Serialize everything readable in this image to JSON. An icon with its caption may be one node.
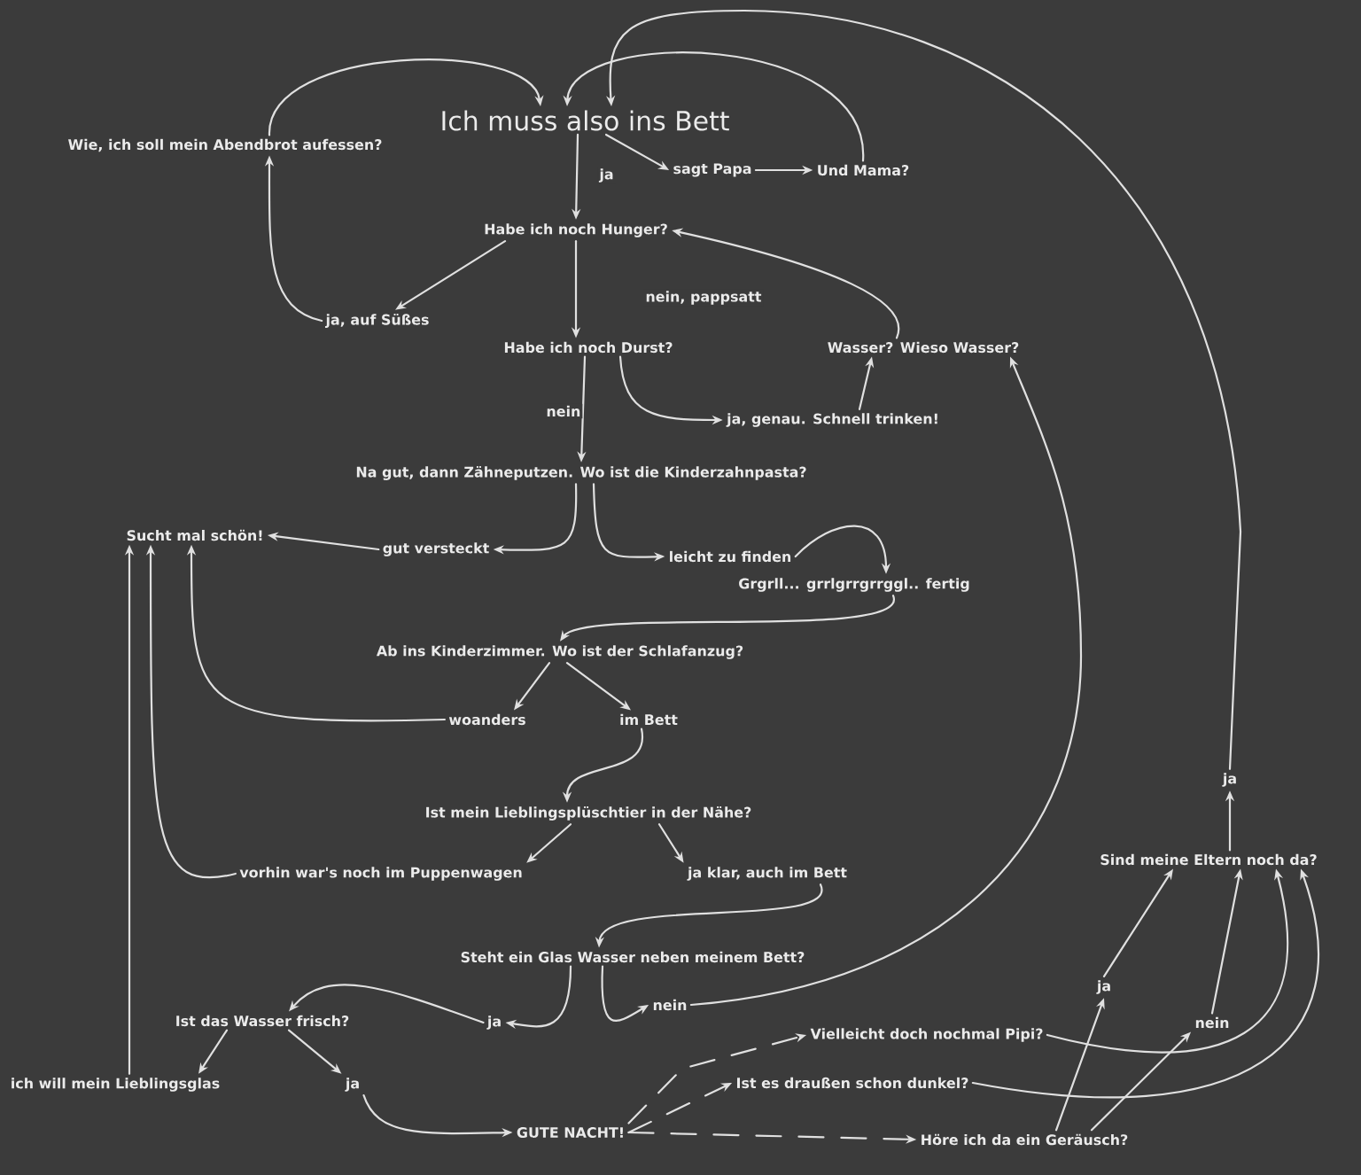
{
  "diagram": {
    "nodes": [
      {
        "text": [
          "Ich muss also ins Bett"
        ]
      },
      {
        "text": [
          "Wie, ich soll mein Abendbrot aufessen?"
        ]
      },
      {
        "text": [
          "sagt Papa"
        ]
      },
      {
        "text": [
          "Und Mama?"
        ]
      },
      {
        "text": [
          "Habe ich noch Hunger?"
        ]
      },
      {
        "text": [
          "ja, auf Süßes"
        ]
      },
      {
        "text": [
          "Habe ich noch Durst?"
        ]
      },
      {
        "text": [
          "Wasser? Wieso Wasser?"
        ]
      },
      {
        "text": [
          "ja, genau. Schnell trinken!"
        ]
      },
      {
        "text": [
          "Na gut, dann Zähneputzen. Wo ist die Kinderzahnpasta?"
        ]
      },
      {
        "text": [
          "Sucht mal schön!"
        ]
      },
      {
        "text": [
          "gut versteckt"
        ]
      },
      {
        "text": [
          "leicht zu finden"
        ]
      },
      {
        "text": [
          "Grgrll... grrlgrrgrrggl.. fertig"
        ]
      },
      {
        "text": [
          "Ab ins Kinderzimmer. Wo ist der Schlafanzug?"
        ]
      },
      {
        "text": [
          "woanders"
        ]
      },
      {
        "text": [
          "im Bett"
        ]
      },
      {
        "text": [
          "Ist mein Lieblingsplüschtier in der Nähe?"
        ]
      },
      {
        "text": [
          "vorhin war's noch im Puppenwagen"
        ]
      },
      {
        "text": [
          "ja klar, auch im Bett"
        ]
      },
      {
        "text": [
          "Steht ein Glas Wasser neben meinem Bett?"
        ]
      },
      {
        "text": [
          "Ist das Wasser frisch?"
        ]
      },
      {
        "text": [
          "ja"
        ]
      },
      {
        "text": [
          "nein"
        ]
      },
      {
        "text": [
          "ich will mein Lieblingsglas"
        ]
      },
      {
        "text": [
          "ja"
        ]
      },
      {
        "text": [
          "GUTE NACHT!"
        ]
      },
      {
        "text": [
          "Vielleicht doch nochmal Pipi?"
        ]
      },
      {
        "text": [
          "Ist es draußen schon dunkel?"
        ]
      },
      {
        "text": [
          "Höre ich da ein Geräusch?"
        ]
      },
      {
        "text": [
          "Sind meine Eltern noch da?"
        ]
      },
      {
        "text": [
          "ja"
        ]
      },
      {
        "text": [
          "ja"
        ]
      },
      {
        "text": [
          "nein"
        ]
      }
    ],
    "edges": [
      {
        "from": 0,
        "to": 4,
        "arrow": "to",
        "label": "ja"
      },
      {
        "from": 0,
        "to": 2,
        "arrow": "to"
      },
      {
        "from": 2,
        "to": 3,
        "arrow": "to"
      },
      {
        "from": 3,
        "to": 0,
        "arrow": "to"
      },
      {
        "from": 1,
        "to": 0,
        "arrow": "to"
      },
      {
        "from": 5,
        "to": 1,
        "arrow": "to"
      },
      {
        "from": 4,
        "to": 5,
        "arrow": "to"
      },
      {
        "from": 4,
        "to": 6,
        "arrow": "to",
        "label": "nein, pappsatt"
      },
      {
        "from": 6,
        "to": 9,
        "arrow": "to",
        "label": "nein"
      },
      {
        "from": 6,
        "to": 8,
        "arrow": "to"
      },
      {
        "from": 8,
        "to": 7,
        "arrow": "to"
      },
      {
        "from": 7,
        "to": 4,
        "arrow": "to"
      },
      {
        "from": 9,
        "to": 11,
        "arrow": "to"
      },
      {
        "from": 9,
        "to": 12,
        "arrow": "to"
      },
      {
        "from": 11,
        "to": 10,
        "arrow": "to"
      },
      {
        "from": 12,
        "to": 13,
        "arrow": "to"
      },
      {
        "from": 13,
        "to": 14,
        "arrow": "to"
      },
      {
        "from": 14,
        "to": 15,
        "arrow": "to"
      },
      {
        "from": 14,
        "to": 16,
        "arrow": "to"
      },
      {
        "from": 15,
        "to": 10,
        "arrow": "to"
      },
      {
        "from": 16,
        "to": 17,
        "arrow": "to"
      },
      {
        "from": 17,
        "to": 18,
        "arrow": "to"
      },
      {
        "from": 17,
        "to": 19,
        "arrow": "to"
      },
      {
        "from": 18,
        "to": 10,
        "arrow": "to"
      },
      {
        "from": 19,
        "to": 20,
        "arrow": "to"
      },
      {
        "from": 20,
        "to": 22,
        "arrow": "to"
      },
      {
        "from": 20,
        "to": 23,
        "arrow": "to"
      },
      {
        "from": 22,
        "to": 21,
        "arrow": "to"
      },
      {
        "from": 23,
        "to": 7,
        "arrow": "to"
      },
      {
        "from": 21,
        "to": 24,
        "arrow": "to"
      },
      {
        "from": 21,
        "to": 25,
        "arrow": "to"
      },
      {
        "from": 24,
        "to": 10,
        "arrow": "to"
      },
      {
        "from": 25,
        "to": 26,
        "arrow": "to"
      },
      {
        "from": 26,
        "to": 27,
        "arrow": "to",
        "style": "dashed"
      },
      {
        "from": 26,
        "to": 28,
        "arrow": "to",
        "style": "dashed"
      },
      {
        "from": 26,
        "to": 29,
        "arrow": "to",
        "style": "dashed"
      },
      {
        "from": 27,
        "to": 30,
        "arrow": "to"
      },
      {
        "from": 28,
        "to": 30,
        "arrow": "to"
      },
      {
        "from": 29,
        "to": 32,
        "arrow": "to"
      },
      {
        "from": 29,
        "to": 33,
        "arrow": "to"
      },
      {
        "from": 32,
        "to": 30,
        "arrow": "to"
      },
      {
        "from": 33,
        "to": 30,
        "arrow": "to"
      },
      {
        "from": 30,
        "to": 31,
        "arrow": "to"
      },
      {
        "from": 31,
        "to": 0,
        "arrow": "to"
      }
    ]
  }
}
